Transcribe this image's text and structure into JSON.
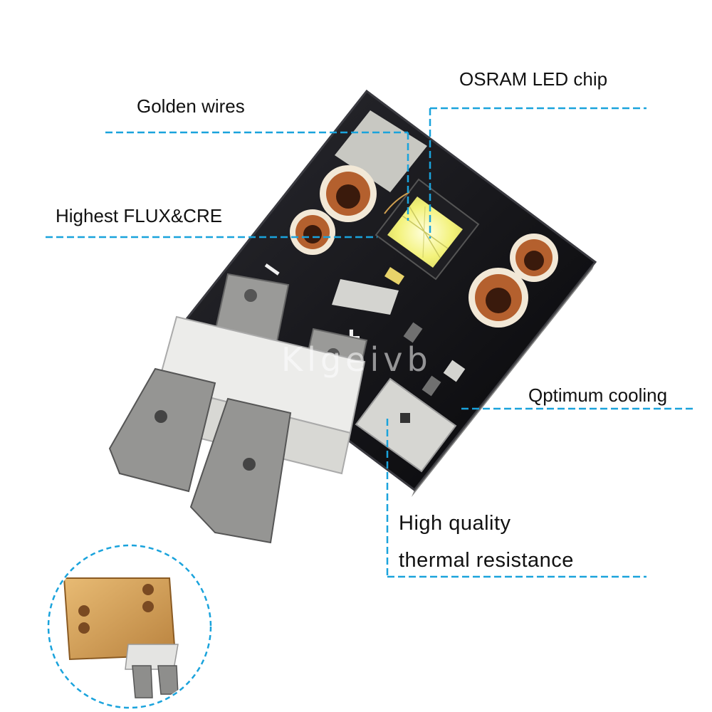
{
  "callouts": {
    "golden_wires": "Golden wires",
    "led_chip": "OSRAM LED chip",
    "flux": "Highest FLUX&CRE",
    "cooling": "Qptimum cooling",
    "quality_line1": "High quality",
    "quality_line2": "thermal resistance"
  },
  "board_marks": {
    "minus": "−",
    "plus": "+"
  },
  "watermark": "Klgeivb",
  "colors": {
    "callout_line": "#1aa3dc",
    "pcb": "#111114",
    "copper": "#b4602e",
    "led_yellow": "#f3f27a",
    "ceramic": "#e9e9e9",
    "terminal": "#9a9a98",
    "gold_base": "#d9a55c"
  },
  "icons": [
    "led-module-photo",
    "copper-base-inset-photo"
  ]
}
